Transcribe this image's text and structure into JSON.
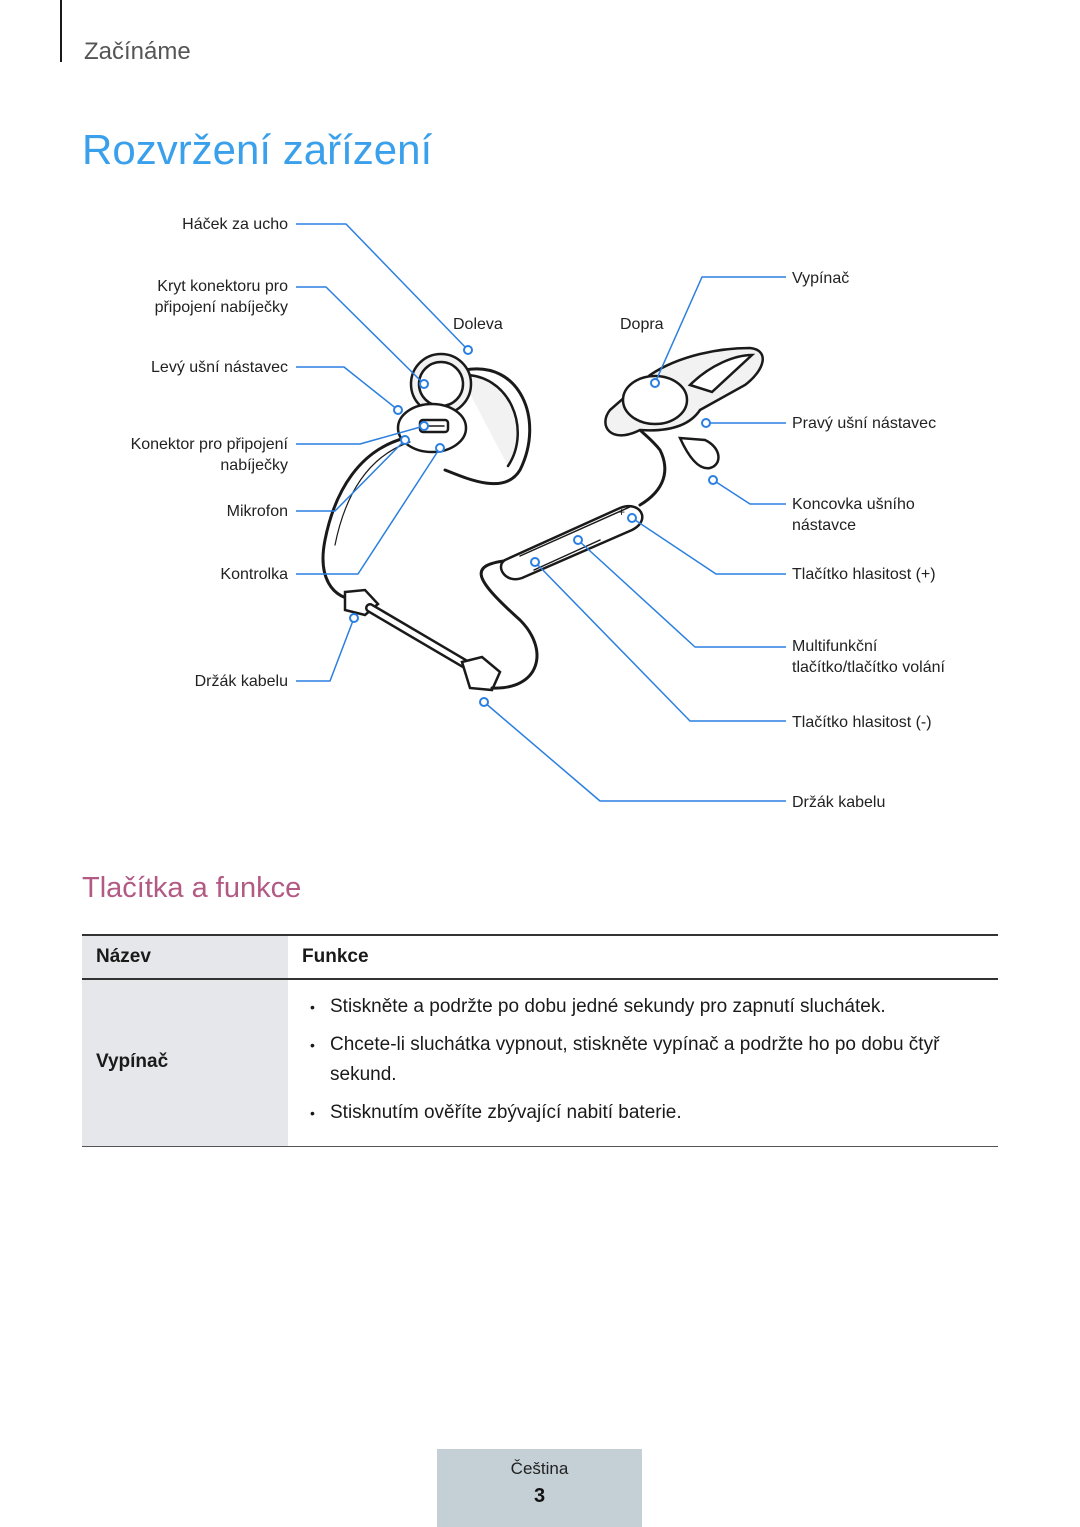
{
  "header": {
    "section": "Začínáme"
  },
  "title": "Rozvržení zařízení",
  "diagram": {
    "left_labels": {
      "ear_hook": "Háček za ucho",
      "connector_cover": "Kryt konektoru pro\npřipojení nabíječky",
      "left_earpiece": "Levý ušní nástavec",
      "charging_connector": "Konektor pro připojení\nnabíječky",
      "microphone": "Mikrofon",
      "indicator": "Kontrolka",
      "cable_holder_left": "Držák kabelu"
    },
    "side_left": "Doleva",
    "side_right": "Dopra",
    "right_labels": {
      "power": "Vypínač",
      "right_earpiece": "Pravý ušní nástavec",
      "ear_tip": "Koncovka ušního\nnástavce",
      "vol_up": "Tlačítko hlasitost (+)",
      "multi": "Multifunkční\ntlačítko/tlačítko volání",
      "vol_down": "Tlačítko hlasitost (-)",
      "cable_holder_right": "Držák kabelu"
    },
    "accent_color": "#2a7fe0"
  },
  "buttons_section": {
    "title": "Tlačítka a funkce",
    "headers": {
      "name": "Název",
      "function": "Funkce"
    },
    "rows": [
      {
        "name": "Vypínač",
        "items": [
          "Stiskněte a podržte po dobu jedné sekundy pro zapnutí sluchátek.",
          "Chcete-li sluchátka vypnout, stiskněte vypínač a podržte ho po dobu čtyř sekund.",
          "Stisknutím ověříte zbývající nabití baterie."
        ]
      }
    ]
  },
  "footer": {
    "language": "Čeština",
    "page": "3"
  }
}
